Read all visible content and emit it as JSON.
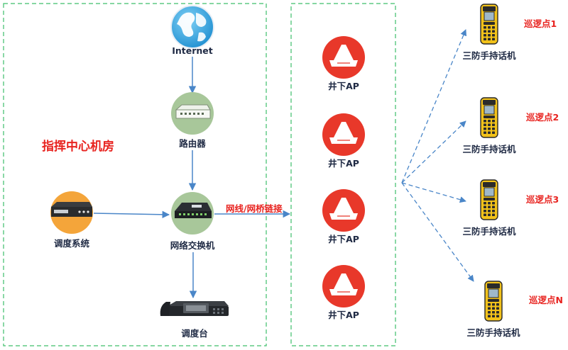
{
  "zone_title": "指挥中心机房",
  "nodes": {
    "internet": "Internet",
    "router": "路由器",
    "switch": "网络交换机",
    "dispatch_system": "调度系统",
    "console": "调度台"
  },
  "link_label": "网线/网桥链接",
  "ap_label": "井下AP",
  "ap_count": 4,
  "handsets": [
    {
      "label": "三防手持话机",
      "point": "巡逻点1"
    },
    {
      "label": "三防手持话机",
      "point": "巡逻点2"
    },
    {
      "label": "三防手持话机",
      "point": "巡逻点3"
    },
    {
      "label": "三防手持话机",
      "point": "巡逻点N"
    }
  ],
  "colors": {
    "border_dash": "#3dbf6a",
    "arrow": "#4a86c8",
    "accent_red": "#e8231f",
    "ap_red": "#e8382a",
    "phone_yellow": "#f2c21a",
    "switch_green": "#a8c79a",
    "internet_blue": "#2aa6e0",
    "dispatch_orange": "#f4a53a"
  },
  "icons": {
    "internet": "globe-icon",
    "router": "router-icon",
    "switch": "network-switch-icon",
    "dispatch_system": "server-box-icon",
    "console": "dispatch-console-icon",
    "ap": "wifi-access-point-icon",
    "handset": "rugged-handset-icon"
  }
}
